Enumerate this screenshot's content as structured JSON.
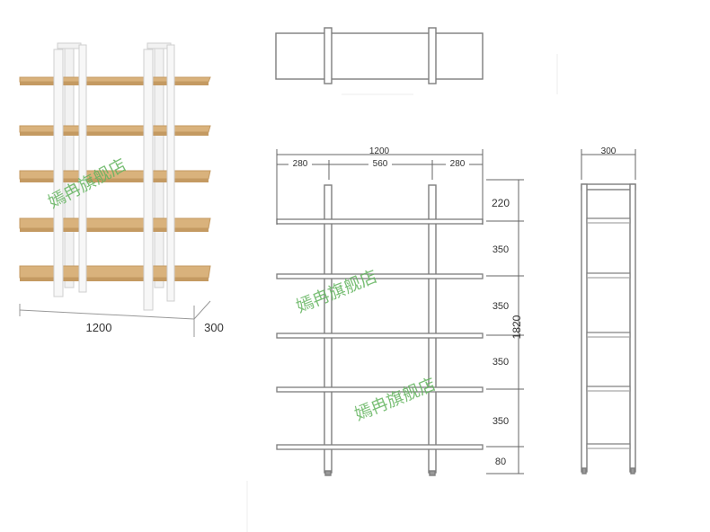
{
  "product": {
    "width_label": "1200",
    "depth_label": "300"
  },
  "front_view": {
    "total_width": "1200",
    "left_overhang": "280",
    "center_span": "560",
    "right_overhang": "280",
    "total_height": "1820",
    "vertical_spacings": [
      "220",
      "350",
      "350",
      "350",
      "350",
      "80"
    ]
  },
  "side_view": {
    "depth": "300"
  },
  "watermark": {
    "text": "嫣冉旗舰店"
  },
  "colors": {
    "wood": "#d9b27c",
    "wood_edge": "#c49a62",
    "frame": "#f4f4f4",
    "line": "#8a8a8a",
    "watermark": "#63b45f"
  }
}
